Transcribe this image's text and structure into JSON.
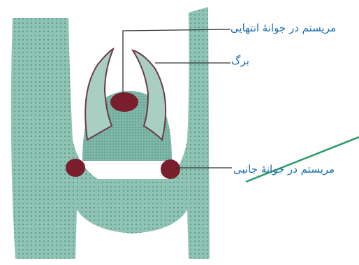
{
  "labels": {
    "apical_meristem": "مریستم در جوانهٔ انتهایی",
    "leaf": "برگ",
    "lateral_meristem": "مریستم در جوانهٔ جانبی"
  },
  "colors": {
    "tissue": "#8fc3b4",
    "tissue_dark": "#5d9b8a",
    "meristem": "#7a1e2c",
    "leaf_dark": "#6b3b47",
    "leader_line": "#333333",
    "label_text": "#1a6fb0",
    "annotation_stroke": "#2a9a6a"
  }
}
